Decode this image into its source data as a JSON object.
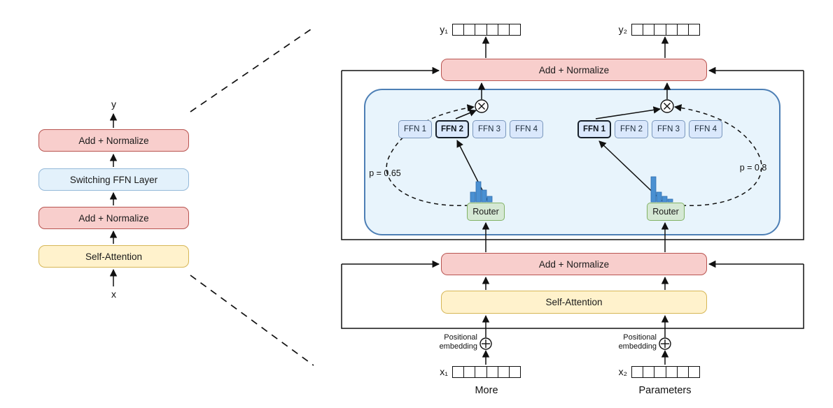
{
  "left_stack": {
    "output_label": "y",
    "input_label": "x",
    "boxes": {
      "add_norm_top": "Add + Normalize",
      "switching_ffn": "Switching FFN Layer",
      "add_norm_bottom": "Add + Normalize",
      "self_attention": "Self-Attention"
    }
  },
  "detail": {
    "y1_label": "y₁",
    "y2_label": "y₂",
    "x1_label": "x₁",
    "x2_label": "x₂",
    "x1_caption": "More",
    "x2_caption": "Parameters",
    "token_cells": 6,
    "add_norm_top": "Add + Normalize",
    "add_norm_mid": "Add + Normalize",
    "self_attention": "Self-Attention",
    "positional_line1": "Positional",
    "positional_line2": "embedding",
    "left_expert_group": {
      "experts": [
        "FFN 1",
        "FFN 2",
        "FFN 3",
        "FFN 4"
      ],
      "selected_index": 1,
      "router_label": "Router",
      "probability_label": "p = 0.65",
      "router_distribution": [
        14,
        29,
        17,
        8
      ]
    },
    "right_expert_group": {
      "experts": [
        "FFN 1",
        "FFN 2",
        "FFN 3",
        "FFN 4"
      ],
      "selected_index": 0,
      "router_label": "Router",
      "probability_label": "p = 0.8",
      "router_distribution": [
        36,
        14,
        8,
        4
      ]
    }
  },
  "colors": {
    "add_norm_fill": "#f8cecc",
    "add_norm_border": "#b85450",
    "attention_fill": "#fff2cc",
    "attention_border": "#d6b656",
    "switch_fill": "#e3f1fb",
    "expert_fill": "#dae8fc",
    "router_fill": "#d5e8d4",
    "container_fill": "#e8f4fc",
    "container_border": "#4d7fb5",
    "histogram_bar": "#4a90d2"
  }
}
